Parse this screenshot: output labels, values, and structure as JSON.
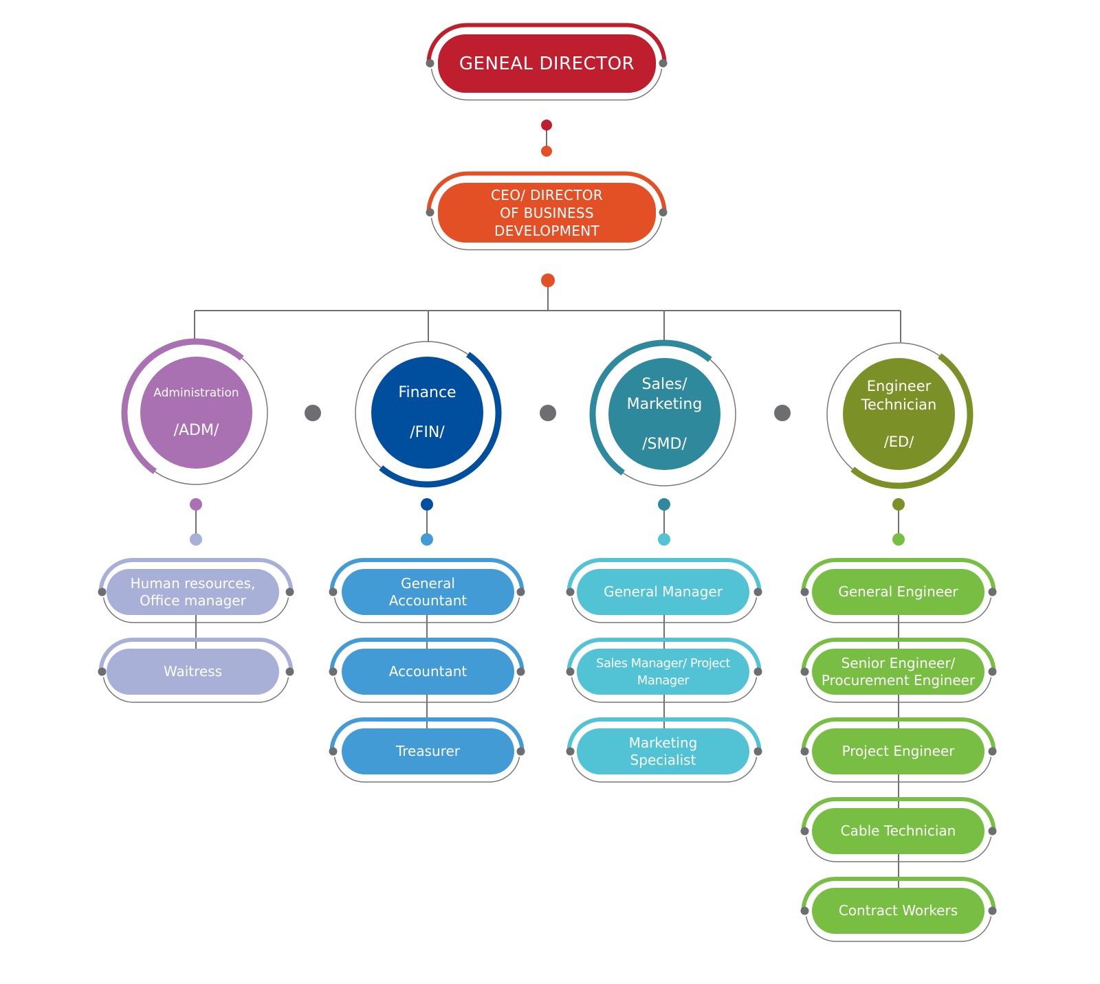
{
  "chart_title": "",
  "top": {
    "label": "GENEAL DIRECTOR",
    "color": "#be1e2d"
  },
  "ceo": {
    "label": "CEO/ DIRECTOR\nOF BUSINESS\nDEVELOPMENT",
    "color": "#e35025"
  },
  "departments": [
    {
      "name": "Administration",
      "code": "/ADM/",
      "color": "#a970b2",
      "role_color": "#a9b0d8",
      "roles": [
        "Human resources,\nOffice manager",
        "Waitress"
      ]
    },
    {
      "name": "Finance",
      "code": "/FIN/",
      "color": "#004f9e",
      "role_color": "#439bd6",
      "roles": [
        "General\nAccountant",
        "Accountant",
        "Treasurer"
      ]
    },
    {
      "name": "Sales/\nMarketing",
      "code": "/SMD/",
      "color": "#2e899c",
      "role_color": "#52c3d4",
      "roles": [
        "General Manager",
        "Sales Manager/ Project\nManager",
        "Marketing\nSpecialist"
      ]
    },
    {
      "name": "Engineer\nTechnician",
      "code": "/ED/",
      "color": "#7b9127",
      "role_color": "#78be43",
      "roles": [
        "General Engineer",
        "Senior Engineer/\nProcurement Engineer",
        "Project Engineer",
        "Cable Technician",
        "Contract Workers"
      ]
    }
  ],
  "connector_color": "#707070",
  "outline_color": "#777777",
  "spacer_dot_color": "#6d6e71"
}
